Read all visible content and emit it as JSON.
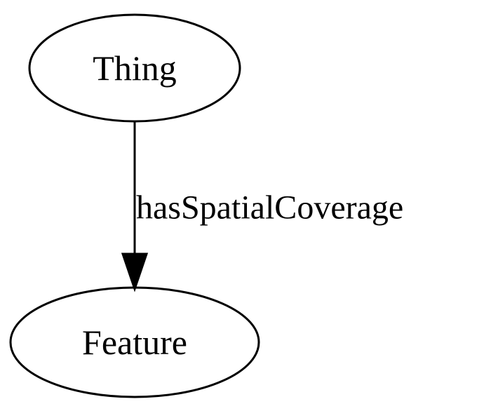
{
  "graph": {
    "nodes": [
      {
        "id": "thing",
        "label": "Thing"
      },
      {
        "id": "feature",
        "label": "Feature"
      }
    ],
    "edges": [
      {
        "from": "thing",
        "to": "feature",
        "label": "hasSpatialCoverage"
      }
    ]
  },
  "colors": {
    "stroke": "#000000",
    "background": "#ffffff"
  }
}
